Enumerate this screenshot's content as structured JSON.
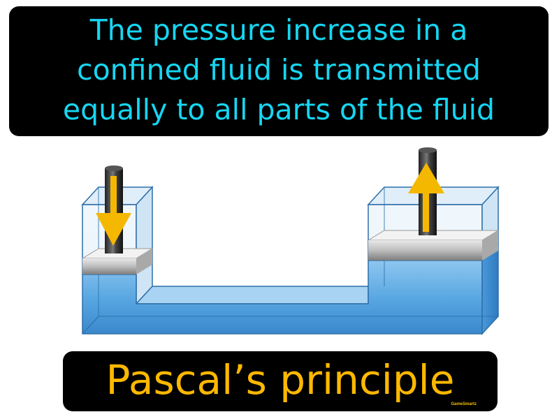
{
  "definition": {
    "lines": [
      "The pressure increase in a",
      "confined fluid is transmitted",
      "equally to all parts of the fluid"
    ]
  },
  "term": "Pascal’s principle",
  "brand": "GameSmartz",
  "colors": {
    "definition_text": "#16d6f2",
    "term_text": "#ffb800",
    "fluid": "#5aa8e2",
    "arrow": "#f5b800"
  },
  "icons": {
    "left_arrow": "arrow-down-icon",
    "right_arrow": "arrow-up-icon"
  }
}
